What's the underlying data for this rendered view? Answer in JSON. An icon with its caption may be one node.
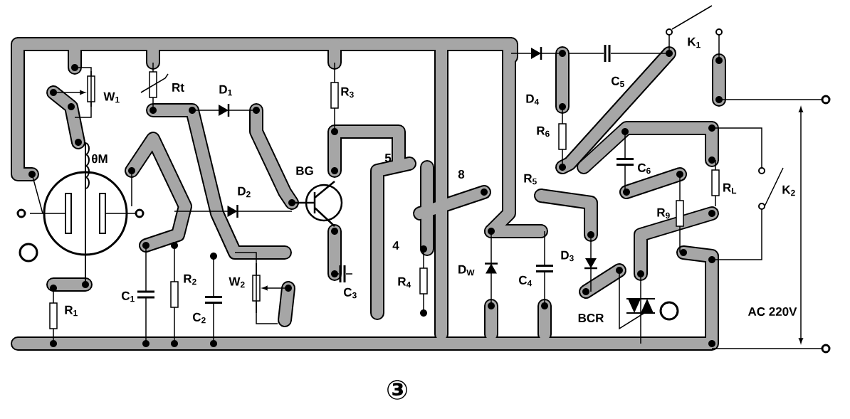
{
  "diagram": {
    "caption": "③",
    "labels": [
      "K$_{1}$",
      "W$_{1}$",
      "Rt",
      "D$_{1}$",
      "R$_{3}$",
      "D$_{4}$",
      "C$_{5}$",
      "R$_{6}$",
      "θM",
      "D$_{2}$",
      "BG",
      "5",
      "8",
      "R$_{5}$",
      "C$_{6}$",
      "R$_{L}$",
      "K$_{2}$",
      "R$_{9}$",
      "4",
      "D$_{3}$",
      "C$_{1}$",
      "R$_{2}$",
      "W$_{2}$",
      "C$_{3}$",
      "R$_{4}$",
      "D$_{W}$",
      "C$_{4}$",
      "R$_{1}$",
      "C$_{2}$",
      "BCR",
      "AC 220V"
    ]
  }
}
